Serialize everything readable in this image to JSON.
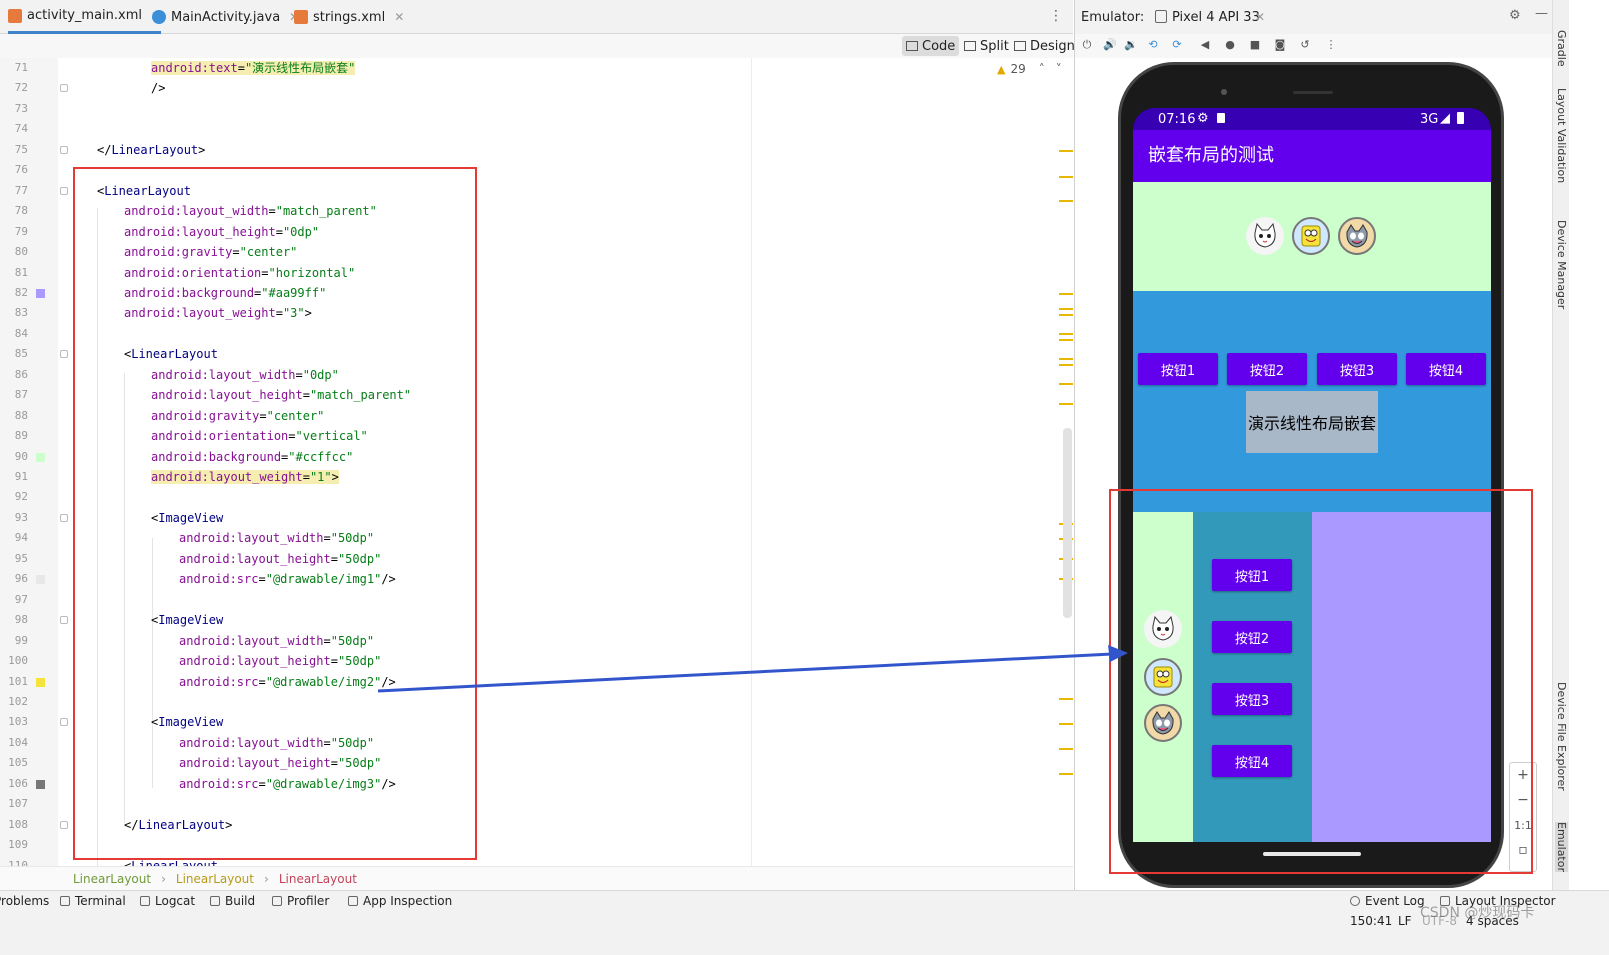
{
  "editor": {
    "tabs": [
      {
        "label": "activity_main.xml"
      },
      {
        "label": "MainActivity.java"
      },
      {
        "label": "strings.xml"
      }
    ],
    "modes": {
      "code": "Code",
      "split": "Split",
      "design": "Design"
    },
    "warnings_count": "29",
    "lines": [
      {
        "n": "71",
        "indent": 2,
        "parts": [
          [
            "at",
            "android:text"
          ],
          [
            "p",
            "="
          ],
          [
            "vl",
            "\"演示线性布局嵌套\""
          ]
        ],
        "hl": true
      },
      {
        "n": "72",
        "indent": 2,
        "parts": [
          [
            "p",
            "/>"
          ]
        ]
      },
      {
        "n": "73",
        "indent": 0,
        "parts": []
      },
      {
        "n": "74",
        "indent": 0,
        "parts": []
      },
      {
        "n": "75",
        "indent": 0,
        "parts": [
          [
            "p",
            "</"
          ],
          [
            "tg",
            "LinearLayout"
          ],
          [
            "p",
            ">"
          ]
        ]
      },
      {
        "n": "76",
        "indent": 0,
        "parts": []
      },
      {
        "n": "77",
        "indent": 0,
        "parts": [
          [
            "p",
            "<"
          ],
          [
            "tg",
            "LinearLayout"
          ]
        ]
      },
      {
        "n": "78",
        "indent": 1,
        "parts": [
          [
            "at",
            "android:layout_width"
          ],
          [
            "p",
            "="
          ],
          [
            "vl",
            "\"match_parent\""
          ]
        ]
      },
      {
        "n": "79",
        "indent": 1,
        "parts": [
          [
            "at",
            "android:layout_height"
          ],
          [
            "p",
            "="
          ],
          [
            "vl",
            "\"0dp\""
          ]
        ]
      },
      {
        "n": "80",
        "indent": 1,
        "parts": [
          [
            "at",
            "android:gravity"
          ],
          [
            "p",
            "="
          ],
          [
            "vl",
            "\"center\""
          ]
        ]
      },
      {
        "n": "81",
        "indent": 1,
        "parts": [
          [
            "at",
            "android:orientation"
          ],
          [
            "p",
            "="
          ],
          [
            "vl",
            "\"horizontal\""
          ]
        ]
      },
      {
        "n": "82",
        "indent": 1,
        "parts": [
          [
            "at",
            "android:background"
          ],
          [
            "p",
            "="
          ],
          [
            "vl",
            "\"#aa99ff\""
          ]
        ]
      },
      {
        "n": "83",
        "indent": 1,
        "parts": [
          [
            "at",
            "android:layout_weight"
          ],
          [
            "p",
            "="
          ],
          [
            "vl",
            "\"3\""
          ],
          [
            "p",
            ">"
          ]
        ]
      },
      {
        "n": "84",
        "indent": 0,
        "parts": []
      },
      {
        "n": "85",
        "indent": 1,
        "parts": [
          [
            "p",
            "<"
          ],
          [
            "tg",
            "LinearLayout"
          ]
        ]
      },
      {
        "n": "86",
        "indent": 2,
        "parts": [
          [
            "at",
            "android:layout_width"
          ],
          [
            "p",
            "="
          ],
          [
            "vl",
            "\"0dp\""
          ]
        ]
      },
      {
        "n": "87",
        "indent": 2,
        "parts": [
          [
            "at",
            "android:layout_height"
          ],
          [
            "p",
            "="
          ],
          [
            "vl",
            "\"match_parent\""
          ]
        ]
      },
      {
        "n": "88",
        "indent": 2,
        "parts": [
          [
            "at",
            "android:gravity"
          ],
          [
            "p",
            "="
          ],
          [
            "vl",
            "\"center\""
          ]
        ]
      },
      {
        "n": "89",
        "indent": 2,
        "parts": [
          [
            "at",
            "android:orientation"
          ],
          [
            "p",
            "="
          ],
          [
            "vl",
            "\"vertical\""
          ]
        ]
      },
      {
        "n": "90",
        "indent": 2,
        "parts": [
          [
            "at",
            "android:background"
          ],
          [
            "p",
            "="
          ],
          [
            "vl",
            "\"#ccffcc\""
          ]
        ]
      },
      {
        "n": "91",
        "indent": 2,
        "parts": [
          [
            "at",
            "android:layout_weight"
          ],
          [
            "p",
            "="
          ],
          [
            "vl",
            "\"1\""
          ],
          [
            "p",
            ">"
          ]
        ],
        "hl": true
      },
      {
        "n": "92",
        "indent": 0,
        "parts": []
      },
      {
        "n": "93",
        "indent": 2,
        "parts": [
          [
            "p",
            "<"
          ],
          [
            "tg",
            "ImageView"
          ]
        ]
      },
      {
        "n": "94",
        "indent": 3,
        "parts": [
          [
            "at",
            "android:layout_width"
          ],
          [
            "p",
            "="
          ],
          [
            "vl",
            "\"50dp\""
          ]
        ]
      },
      {
        "n": "95",
        "indent": 3,
        "parts": [
          [
            "at",
            "android:layout_height"
          ],
          [
            "p",
            "="
          ],
          [
            "vl",
            "\"50dp\""
          ]
        ]
      },
      {
        "n": "96",
        "indent": 3,
        "parts": [
          [
            "at",
            "android:src"
          ],
          [
            "p",
            "="
          ],
          [
            "vl",
            "\"@drawable/img1\""
          ],
          [
            "p",
            "/>"
          ]
        ]
      },
      {
        "n": "97",
        "indent": 0,
        "parts": []
      },
      {
        "n": "98",
        "indent": 2,
        "parts": [
          [
            "p",
            "<"
          ],
          [
            "tg",
            "ImageView"
          ]
        ]
      },
      {
        "n": "99",
        "indent": 3,
        "parts": [
          [
            "at",
            "android:layout_width"
          ],
          [
            "p",
            "="
          ],
          [
            "vl",
            "\"50dp\""
          ]
        ]
      },
      {
        "n": "100",
        "indent": 3,
        "parts": [
          [
            "at",
            "android:layout_height"
          ],
          [
            "p",
            "="
          ],
          [
            "vl",
            "\"50dp\""
          ]
        ]
      },
      {
        "n": "101",
        "indent": 3,
        "parts": [
          [
            "at",
            "android:src"
          ],
          [
            "p",
            "="
          ],
          [
            "vl",
            "\"@drawable/img2\""
          ],
          [
            "p",
            "/>"
          ]
        ]
      },
      {
        "n": "102",
        "indent": 0,
        "parts": []
      },
      {
        "n": "103",
        "indent": 2,
        "parts": [
          [
            "p",
            "<"
          ],
          [
            "tg",
            "ImageView"
          ]
        ]
      },
      {
        "n": "104",
        "indent": 3,
        "parts": [
          [
            "at",
            "android:layout_width"
          ],
          [
            "p",
            "="
          ],
          [
            "vl",
            "\"50dp\""
          ]
        ]
      },
      {
        "n": "105",
        "indent": 3,
        "parts": [
          [
            "at",
            "android:layout_height"
          ],
          [
            "p",
            "="
          ],
          [
            "vl",
            "\"50dp\""
          ]
        ]
      },
      {
        "n": "106",
        "indent": 3,
        "parts": [
          [
            "at",
            "android:src"
          ],
          [
            "p",
            "="
          ],
          [
            "vl",
            "\"@drawable/img3\""
          ],
          [
            "p",
            "/>"
          ]
        ]
      },
      {
        "n": "107",
        "indent": 0,
        "parts": []
      },
      {
        "n": "108",
        "indent": 1,
        "parts": [
          [
            "p",
            "</"
          ],
          [
            "tg",
            "LinearLayout"
          ],
          [
            "p",
            ">"
          ]
        ]
      },
      {
        "n": "109",
        "indent": 0,
        "parts": []
      },
      {
        "n": "110",
        "indent": 1,
        "parts": [
          [
            "p",
            "<"
          ],
          [
            "tg",
            "LinearLayout"
          ]
        ]
      }
    ],
    "breadcrumbs": [
      "LinearLayout",
      "LinearLayout",
      "LinearLayout"
    ]
  },
  "bottom_tools": [
    "Problems",
    "Terminal",
    "Logcat",
    "Build",
    "Profiler",
    "App Inspection",
    "Event Log",
    "Layout Inspector"
  ],
  "status": {
    "position": "150:41",
    "line_sep": "LF",
    "encoding": "UTF-8",
    "indent": "4 spaces",
    "watermark": "CSDN @炒现码卡"
  },
  "emulator": {
    "label": "Emulator:",
    "device": "Pixel 4 API 33",
    "zoom_label": "1:1",
    "side_panels": [
      "Gradle",
      "Layout Validation",
      "Device Manager",
      "Device File Explorer",
      "Emulator"
    ]
  },
  "phone": {
    "time": "07:16",
    "network": "3G",
    "app_title": "嵌套布局的测试",
    "row_buttons": [
      "按钮1",
      "按钮2",
      "按钮3",
      "按钮4"
    ],
    "demo_text": "演示线性布局嵌套",
    "column_buttons": [
      "按钮1",
      "按钮2",
      "按钮3",
      "按钮4"
    ],
    "images": [
      "cat-avatar",
      "sponge-avatar",
      "tom-cat-avatar"
    ]
  },
  "colors": {
    "green_bg": "#ccffcc",
    "blue_bg": "#3399dd",
    "purple_bg": "#aa99ff",
    "button": "#6200ee",
    "status_bar": "#3700b3",
    "annotation_red": "#e53935",
    "annotation_blue": "#3355cc"
  }
}
